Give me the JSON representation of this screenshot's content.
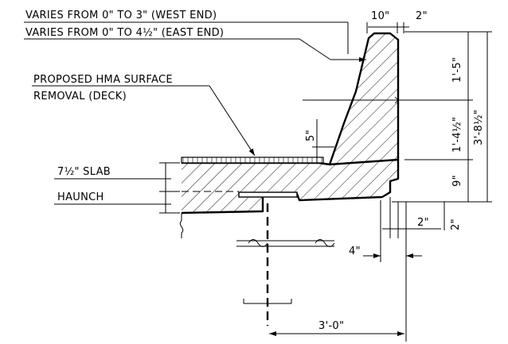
{
  "notes": {
    "west_end": "VARIES FROM 0\" TO 3\" (WEST END)",
    "east_end": "VARIES FROM 0\" TO 4½\" (EAST END)",
    "surface_line1": "PROPOSED HMA SURFACE",
    "surface_line2": "REMOVAL (DECK)",
    "slab": "7½\" SLAB",
    "haunch": "HAUNCH"
  },
  "dimensions": {
    "top_width": "10\"",
    "top_offset": "2\"",
    "upper_height": "1'-5\"",
    "middle_height": "1'-4½\"",
    "overall_height": "3'-8½\"",
    "bottom_height": "9\"",
    "toe": "5\"",
    "bottom_offset": "2\"",
    "bottom_offset_vertical": "2\"",
    "edge_offset": "4\"",
    "centerline_distance": "3'-0\""
  },
  "colors": {
    "line": "#000000",
    "background": "#ffffff"
  }
}
